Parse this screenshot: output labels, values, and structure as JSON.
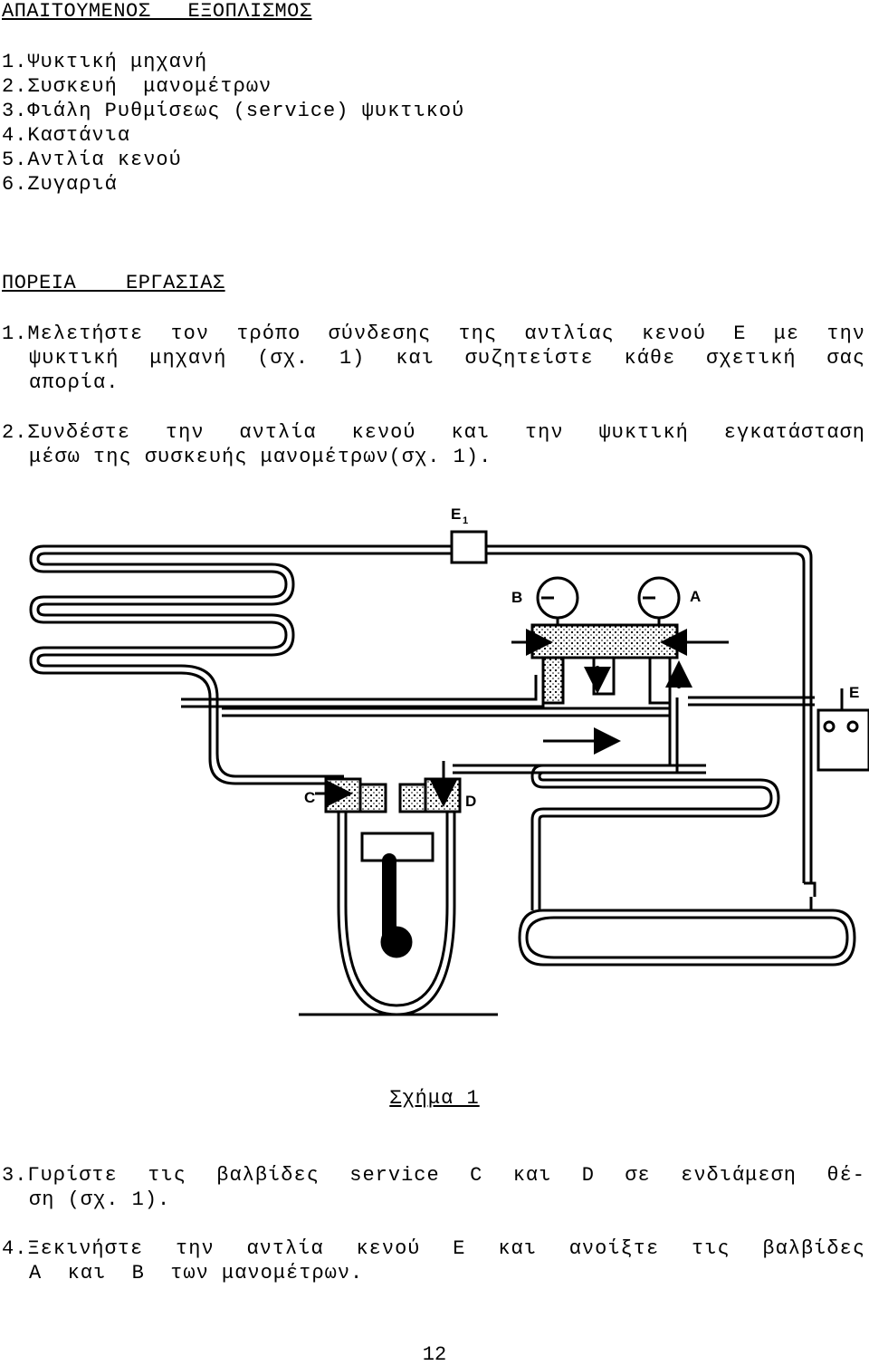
{
  "equipment": {
    "title": "ΑΠΑΙΤΟΥΜΕΝΟΣ   ΕΞΟΠΛΙΣΜΟΣ",
    "items": [
      "1.Ψυκτική μηχανή",
      "2.Συσκευή  μανομέτρων",
      "3.Φιάλη Ρυθμίσεως (service) ψυκτικού",
      "4.Καστάνια",
      "5.Αντλία κενού",
      "6.Ζυγαριά"
    ]
  },
  "procedure": {
    "title": "ΠΟΡΕΙΑ    ΕΡΓΑΣΙΑΣ",
    "steps": [
      {
        "first": "1.Μελετήστε τον τρόπο σύνδεσης της αντλίας κενού  Ε  με την",
        "second": "ψυκτική μηχανή (σχ. 1) και συζητείστε κάθε σχετική σας",
        "third": "απορία."
      },
      {
        "first": "2.Συνδέστε την  αντλία  κενού και την  ψυκτική  εγκατάσταση",
        "second": "μέσω της συσκευής μανομέτρων(σχ. 1)."
      },
      {
        "first": "3.Γυρίστε τις βαλβίδες service  C  και  D  σε ενδιάμεση θέ-",
        "second": "ση (σχ. 1)."
      },
      {
        "first": "4.Ξεκινήστε την αντλία κενού  Ε  και ανοίξτε τις βαλβίδες",
        "second": "Α  και  Β  των μανομέτρων."
      }
    ]
  },
  "figure": {
    "labels": {
      "e1": "E",
      "e1_sub": "1",
      "a": "A",
      "b": "B",
      "c": "C",
      "d": "D",
      "e": "E"
    },
    "caption": "Σχήμα 1"
  },
  "page_number": "12"
}
